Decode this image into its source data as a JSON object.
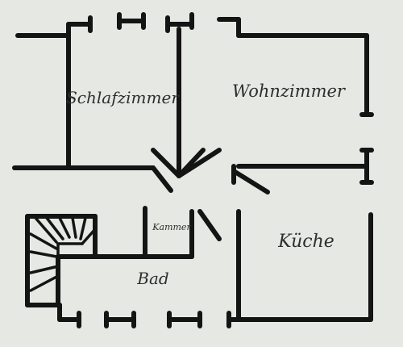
{
  "rooms": {
    "bedroom": "Schlafzimmer",
    "living": "Wohnzimmer",
    "kitchen": "Küche",
    "storage": "Kammer",
    "bath": "Bad"
  },
  "colors": {
    "paper": "#e6e8e3",
    "ink": "#141414",
    "pencil": "#2e2e2e"
  }
}
